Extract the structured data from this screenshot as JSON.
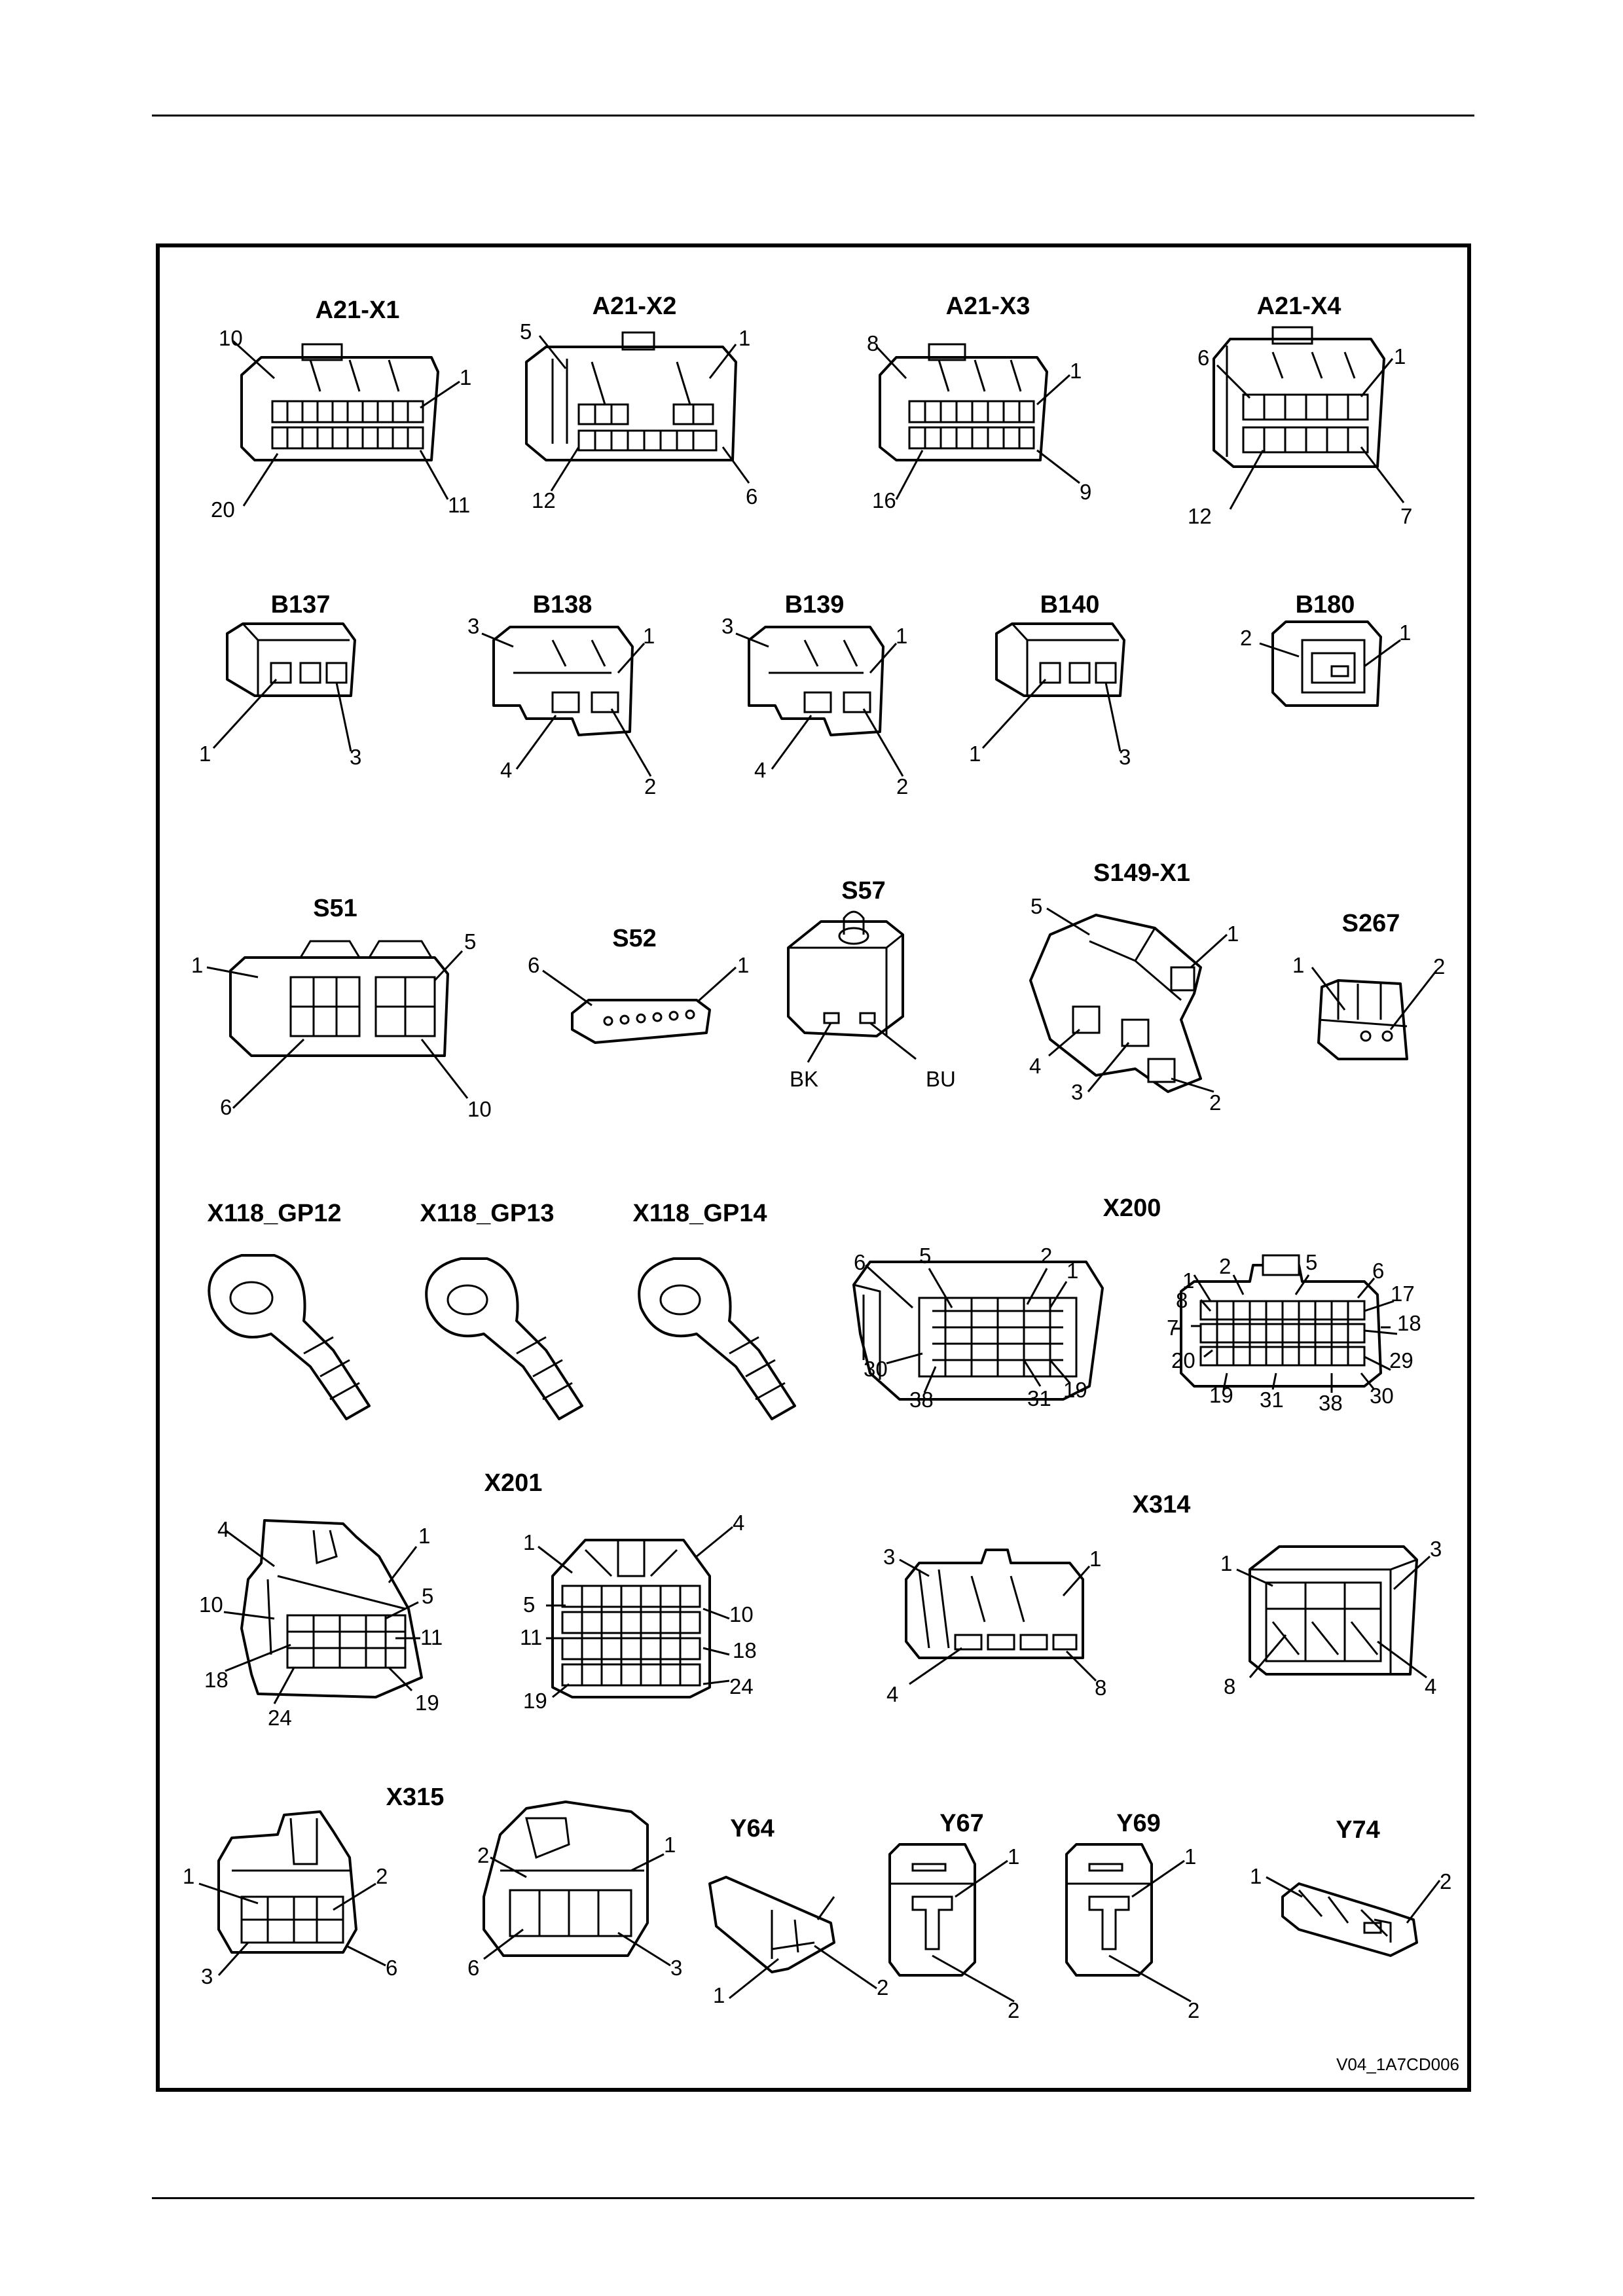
{
  "figure_ref": "V04_1A7CD006",
  "connectors": [
    {
      "id": "a21x1",
      "title": "A21-X1",
      "pins": [
        "10",
        "1",
        "20",
        "11"
      ]
    },
    {
      "id": "a21x2",
      "title": "A21-X2",
      "pins": [
        "5",
        "1",
        "12",
        "6"
      ]
    },
    {
      "id": "a21x3",
      "title": "A21-X3",
      "pins": [
        "8",
        "1",
        "16",
        "9"
      ]
    },
    {
      "id": "a21x4",
      "title": "A21-X4",
      "pins": [
        "6",
        "1",
        "12",
        "7"
      ]
    },
    {
      "id": "b137",
      "title": "B137",
      "pins": [
        "1",
        "3"
      ]
    },
    {
      "id": "b138",
      "title": "B138",
      "pins": [
        "3",
        "1",
        "4",
        "2"
      ]
    },
    {
      "id": "b139",
      "title": "B139",
      "pins": [
        "3",
        "1",
        "4",
        "2"
      ]
    },
    {
      "id": "b140",
      "title": "B140",
      "pins": [
        "1",
        "3"
      ]
    },
    {
      "id": "b180",
      "title": "B180",
      "pins": [
        "2",
        "1"
      ]
    },
    {
      "id": "s51",
      "title": "S51",
      "pins": [
        "1",
        "5",
        "6",
        "10"
      ]
    },
    {
      "id": "s52",
      "title": "S52",
      "pins": [
        "6",
        "1"
      ]
    },
    {
      "id": "s57",
      "title": "S57",
      "pins": [
        "BK",
        "BU"
      ]
    },
    {
      "id": "s149x1",
      "title": "S149-X1",
      "pins": [
        "5",
        "1",
        "4",
        "3",
        "2"
      ]
    },
    {
      "id": "s267",
      "title": "S267",
      "pins": [
        "1",
        "2"
      ]
    },
    {
      "id": "x118gp12",
      "title": "X118_GP12",
      "pins": []
    },
    {
      "id": "x118gp13",
      "title": "X118_GP13",
      "pins": []
    },
    {
      "id": "x118gp14",
      "title": "X118_GP14",
      "pins": []
    },
    {
      "id": "x200",
      "title": "X200",
      "pins_left": [
        "6",
        "5",
        "2",
        "1",
        "30",
        "38",
        "31",
        "19"
      ],
      "pins_right": [
        "2",
        "5",
        "6",
        "1",
        "17",
        "8",
        "18",
        "7",
        "20",
        "29",
        "19",
        "31",
        "38",
        "30"
      ]
    },
    {
      "id": "x201",
      "title": "X201",
      "pins_left": [
        "4",
        "1",
        "10",
        "5",
        "11",
        "18",
        "24",
        "19"
      ],
      "pins_right": [
        "1",
        "4",
        "10",
        "5",
        "18",
        "11",
        "19",
        "24"
      ]
    },
    {
      "id": "x314",
      "title": "X314",
      "pins_left": [
        "3",
        "1",
        "4",
        "8"
      ],
      "pins_right": [
        "1",
        "3",
        "8",
        "4"
      ]
    },
    {
      "id": "x315",
      "title": "X315",
      "pins_left": [
        "1",
        "2",
        "3",
        "6"
      ],
      "pins_right": [
        "2",
        "1",
        "6",
        "3"
      ]
    },
    {
      "id": "y64",
      "title": "Y64",
      "pins": [
        "1",
        "2"
      ]
    },
    {
      "id": "y67",
      "title": "Y67",
      "pins": [
        "1",
        "2"
      ]
    },
    {
      "id": "y69",
      "title": "Y69",
      "pins": [
        "1",
        "2"
      ]
    },
    {
      "id": "y74",
      "title": "Y74",
      "pins": [
        "1",
        "2"
      ]
    }
  ]
}
